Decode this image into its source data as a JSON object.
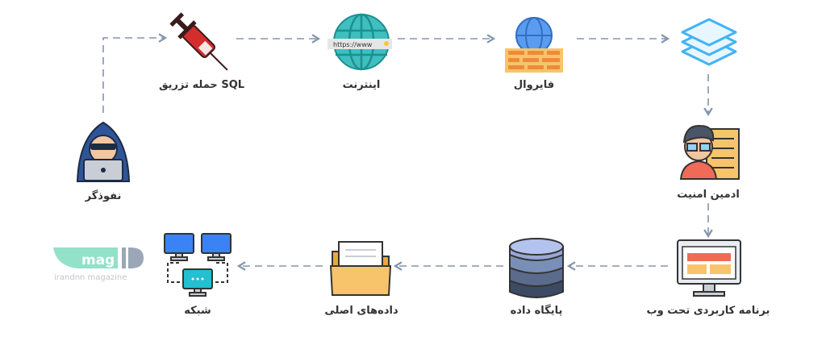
{
  "nodes": {
    "attacker": "نفوذگر",
    "sql_injection": "حمله تزریق SQL",
    "internet": "اینترنت",
    "internet_url": "https://www",
    "firewall": "فایروال",
    "security_admin": "ادمین امنیت",
    "web_app": "برنامه کاربردی تحت وب",
    "database": "پایگاه داده",
    "main_data": "داده‌های اصلی",
    "network": "شبکه"
  },
  "logo": {
    "word": "mag",
    "letter": "D",
    "tagline": "irandnn magazine"
  },
  "colors": {
    "arrow": "#8495ad",
    "syringe": "#d42d2d",
    "globe": "#3fbfbf",
    "firewall_blue": "#5b9cf0",
    "layers": "#42b4f5"
  }
}
